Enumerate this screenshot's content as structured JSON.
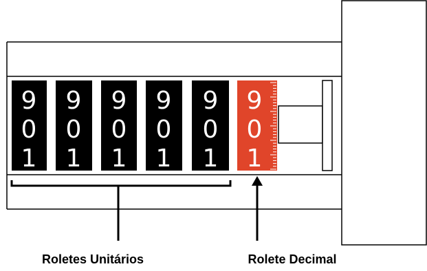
{
  "unit_rollers": [
    {
      "digits": [
        "9",
        "0",
        "1"
      ]
    },
    {
      "digits": [
        "9",
        "0",
        "1"
      ]
    },
    {
      "digits": [
        "9",
        "0",
        "1"
      ]
    },
    {
      "digits": [
        "9",
        "0",
        "1"
      ]
    },
    {
      "digits": [
        "9",
        "0",
        "1"
      ]
    }
  ],
  "decimal_roller": {
    "digits": [
      "9",
      "0",
      "1"
    ]
  },
  "labels": {
    "unit_rollers": "Roletes Unitários",
    "decimal_roller": "Rolete Decimal"
  },
  "colors": {
    "unit_roller": "#000000",
    "decimal_roller": "#e0452a",
    "outline": "#000000",
    "digit": "#ffffff"
  }
}
